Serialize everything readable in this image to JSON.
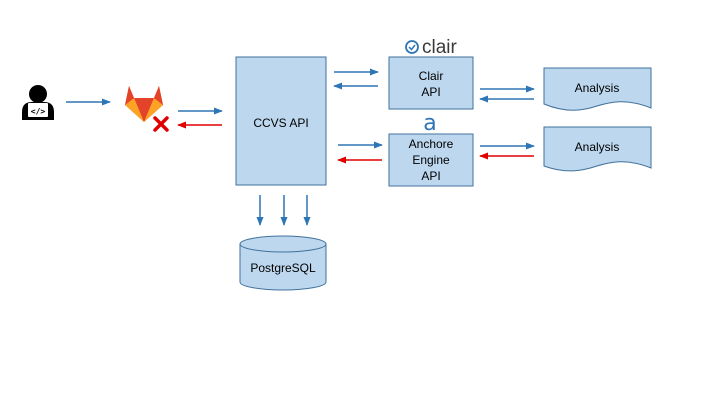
{
  "nodes": {
    "ccvs_api": "CCVS API",
    "clair_api_line1": "Clair",
    "clair_api_line2": "API",
    "anchore_line1": "Anchore",
    "anchore_line2": "Engine",
    "anchore_line3": "API",
    "analysis_top": "Analysis",
    "analysis_bottom": "Analysis",
    "postgresql": "PostgreSQL"
  },
  "logos": {
    "clair_wordmark": "clair",
    "anchore_glyph": "a"
  },
  "colors": {
    "box_fill": "#bdd7ee",
    "box_stroke": "#41719c",
    "arrow_blue": "#2e75b6",
    "arrow_red": "#e00000",
    "gitlab_orange": "#fc6d26",
    "gitlab_red": "#e24329",
    "gitlab_yellow": "#fca326"
  },
  "icons": {
    "developer": "developer-icon",
    "gitlab": "gitlab-icon",
    "failure": "x-mark-icon",
    "clair_logo": "clair-logo-icon",
    "anchore_logo": "anchore-logo-icon"
  }
}
